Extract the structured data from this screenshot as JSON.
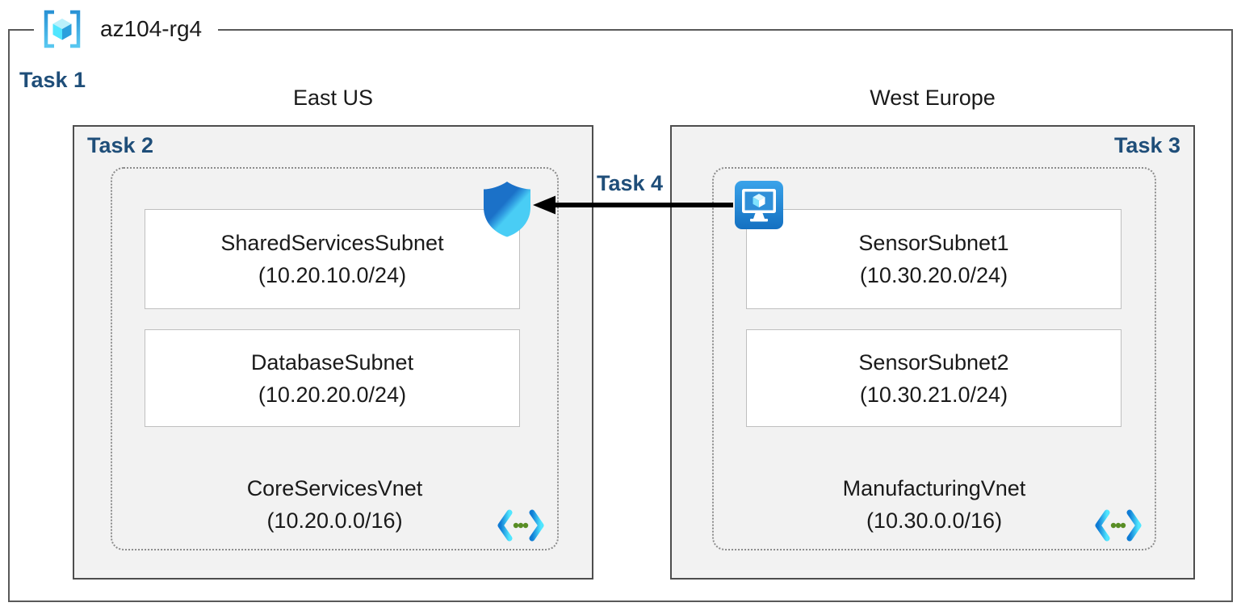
{
  "diagram": {
    "resource_group": {
      "name": "az104-rg4",
      "task": "Task 1"
    },
    "connection": {
      "task": "Task 4"
    },
    "regions": [
      {
        "name": "East US",
        "task": "Task 2",
        "vnet": {
          "name": "CoreServicesVnet",
          "cidr": "(10.20.0.0/16)",
          "subnets": [
            {
              "name": "SharedServicesSubnet",
              "cidr": "(10.20.10.0/24)"
            },
            {
              "name": "DatabaseSubnet",
              "cidr": "(10.20.20.0/24)"
            }
          ]
        }
      },
      {
        "name": "West Europe",
        "task": "Task 3",
        "vnet": {
          "name": "ManufacturingVnet",
          "cidr": "(10.30.0.0/16)",
          "subnets": [
            {
              "name": "SensorSubnet1",
              "cidr": "(10.30.20.0/24)"
            },
            {
              "name": "SensorSubnet2",
              "cidr": "(10.30.21.0/24)"
            }
          ]
        }
      }
    ],
    "icons": {
      "resource_group": "resource-group-icon",
      "shield": "network-security-shield-icon",
      "monitor": "virtual-machine-icon",
      "vnet": "virtual-network-icon",
      "arrow": "peering-arrow"
    },
    "colors": {
      "task_label": "#1f4e79",
      "region_fill": "#f2f2f2",
      "region_border": "#4d4d4d",
      "boundary_border": "#595959",
      "subnet_border": "#bfbfbf",
      "dotted_border": "#8c8c8c",
      "arrow": "#000000",
      "azure_blue": "#0078d4",
      "azure_cyan": "#50e6ff",
      "dot_green": "#588d24"
    }
  }
}
